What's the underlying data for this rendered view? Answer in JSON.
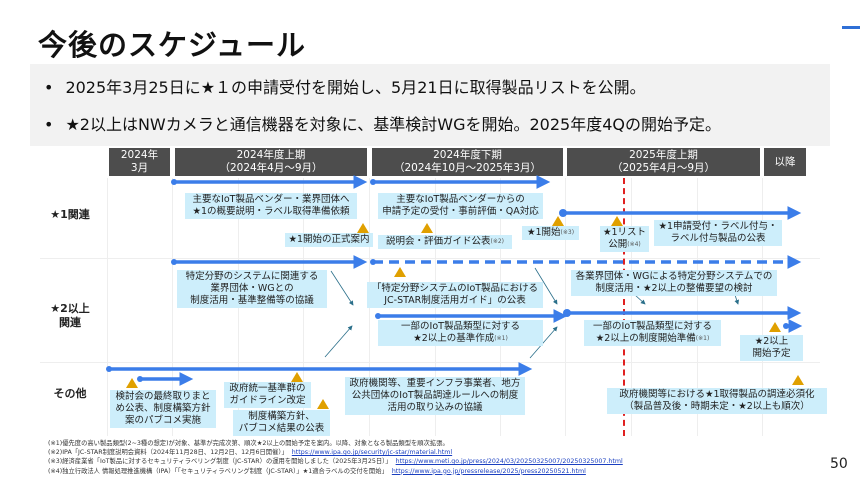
{
  "title": "今後のスケジュール",
  "bullets": [
    "2025年3月25日に★１の申請受付を開始し、5月21日に取得製品リストを公開。",
    "★2以上はNWカメラと通信機器を対象に、基準検討WGを開始。2025年度4Qの開始予定。"
  ],
  "periods": [
    "2024年\n3月",
    "2024年度上期\n（2024年4月～9月）",
    "2024年度下期\n（2024年10月～2025年3月）",
    "2025年度上期\n（2025年4月～9月）",
    "以降"
  ],
  "rows": [
    "★1関連",
    "★2以上\n関連",
    "その他"
  ],
  "star1": {
    "b1": "主要なIoT製品ベンダー・業界団体へ\n★1の概要説明・ラベル取得準備依頼",
    "b2": "主要なIoT製品ベンダーからの\n申請予定の受付・事前評価・QA対応",
    "b3": "★1開始の正式案内",
    "b4": "説明会・評価ガイド公表",
    "b4n": "(※2)",
    "b5": "★1開始",
    "b5n": "(※3)",
    "b6": "★1リスト\n公開",
    "b6n": "(※4)",
    "b7": "★1申請受付・ラベル付与・\nラベル付与製品の公表"
  },
  "star2": {
    "b1": "特定分野のシステムに関連する\n業界団体・WGとの\n制度活用・基準整備等の協議",
    "b2": "「特定分野システムのIoT製品における\nJC-STAR制度活用ガイド」の公表",
    "b3": "各業界団体・WGによる特定分野システムでの\n制度活用・★2以上の整備要望の検討",
    "b4": "一部のIoT製品類型に対する\n★2以上の基準作成",
    "b4n": "(※1)",
    "b5": "一部のIoT製品類型に対する\n★2以上の制度開始準備",
    "b5n": "(※1)",
    "b6": "★2以上\n開始予定"
  },
  "other": {
    "b1": "検討会の最終取りまと\nめ公表、制度構築方針\n案のパブコメ実施",
    "b2": "政府統一基準群の\nガイドライン改定",
    "b3": "制度構築方針、\nパブコメ結果の公表",
    "b4": "政府機関等、重要インフラ事業者、地方\n公共団体のIoT製品調達ルールへの制度\n活用の取り込みの協議",
    "b5": "政府機関等における★1取得製品の調達必須化\n（製品普及後・時期未定・★2以上も順次）"
  },
  "footnotes": [
    {
      "text": "(※1)優先度の高い製品類型(2~3種の想定)が対象、基準が完成次第、順次★2以上の開始予定を案内。以降、対象となる製品類型を順次拡張。",
      "link": ""
    },
    {
      "text": "(※2)IPA「JC-STAR制度説明会資料（2024年11月28日、12月2日、12月6日開催）」",
      "link": "https://www.ipa.go.jp/security/jc-star/material.html"
    },
    {
      "text": "(※3)経済産業省「IoT製品に対するセキュリティラベリング制度（JC-STAR）の運用を開始しました（2025年3月25日）」",
      "link": "https://www.meti.go.jp/press/2024/03/20250325007/20250325007.html"
    },
    {
      "text": "(※4)独立行政法人 情報処理推進機構（IPA）「「セキュリティラベリング制度（JC-STAR）」★1適合ラベルの交付を開始」",
      "link": "https://www.ipa.go.jp/pressrelease/2025/press20250521.html"
    }
  ],
  "page_number": "50",
  "colors": {
    "header": "#4d4d4d",
    "box": "#cdeefb",
    "arrow": "#3b7de9",
    "milestone": "#e0a000",
    "today_line": "#e02020"
  }
}
